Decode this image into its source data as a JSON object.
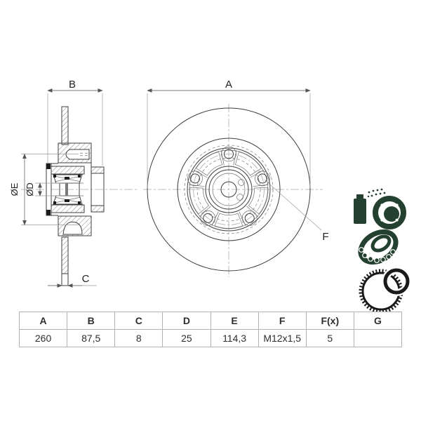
{
  "drawing": {
    "dim_labels": {
      "a": "A",
      "b": "B",
      "c": "C",
      "f": "F",
      "d": "ØD",
      "e": "ØE"
    }
  },
  "icons": {
    "grease_hub": "greased-hub-icon",
    "bearing": "wheel-bearing-icon",
    "abs_ring": "abs-tone-ring-icon"
  },
  "table": {
    "headers": [
      "A",
      "B",
      "C",
      "D",
      "E",
      "F",
      "F(x)",
      "G"
    ],
    "values": [
      "260",
      "87,5",
      "8",
      "25",
      "114,3",
      "M12x1,5",
      "5",
      ""
    ]
  },
  "colors": {
    "line": "#3f3f3f",
    "dim": "#777777",
    "center": "#ababab",
    "icon_green": "#24402e",
    "icon_black": "#1a1a1a",
    "table_border": "#b2b2b2",
    "text": "#2e2e2e"
  }
}
